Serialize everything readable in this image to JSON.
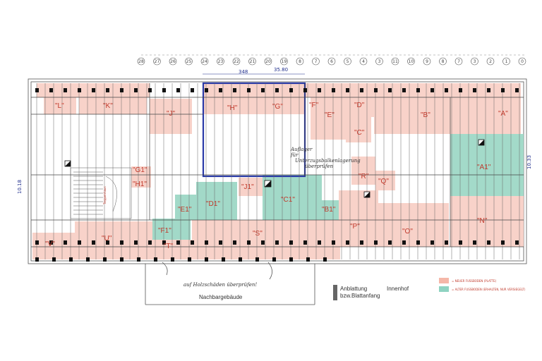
{
  "axis_numbers": [
    "28",
    "27",
    "26",
    "25",
    "24",
    "23",
    "22",
    "21",
    "20",
    "19",
    "8",
    "7",
    "6",
    "5",
    "4",
    "3",
    "11",
    "10",
    "9",
    "8",
    "7",
    "3",
    "2",
    "1",
    "0"
  ],
  "dimensions": {
    "top": "35.80",
    "span": "348",
    "right": "10.33",
    "left": "10.18"
  },
  "zones_pink": [
    {
      "id": "L",
      "label": "\"L\""
    },
    {
      "id": "K",
      "label": "\"K\""
    },
    {
      "id": "J",
      "label": "\"J\""
    },
    {
      "id": "H",
      "label": "\"H\""
    },
    {
      "id": "G",
      "label": "\"G\""
    },
    {
      "id": "F",
      "label": "\"F\""
    },
    {
      "id": "E",
      "label": "\"E\""
    },
    {
      "id": "D",
      "label": "\"D\""
    },
    {
      "id": "C",
      "label": "\"C\""
    },
    {
      "id": "B",
      "label": "\"B\""
    },
    {
      "id": "A",
      "label": "\"A\""
    },
    {
      "id": "R",
      "label": "\"R\""
    },
    {
      "id": "Q",
      "label": "\"Q\""
    },
    {
      "id": "P",
      "label": "\"P\""
    },
    {
      "id": "O",
      "label": "\"O\""
    },
    {
      "id": "N",
      "label": "\"N\""
    },
    {
      "id": "S",
      "label": "\"S\""
    },
    {
      "id": "T",
      "label": "\"T\""
    },
    {
      "id": "U",
      "label": "\"U\""
    },
    {
      "id": "V",
      "label": "\"V\""
    },
    {
      "id": "G1",
      "label": "\"G1\""
    },
    {
      "id": "H1",
      "label": "\"H1\""
    },
    {
      "id": "J1",
      "label": "\"J1\""
    }
  ],
  "zones_green": [
    {
      "id": "A1",
      "label": "\"A1\""
    },
    {
      "id": "B1",
      "label": "\"B1\""
    },
    {
      "id": "C1",
      "label": "\"C1\""
    },
    {
      "id": "D1",
      "label": "\"D1\""
    },
    {
      "id": "E1",
      "label": "\"E1\""
    },
    {
      "id": "F1",
      "label": "\"F1\""
    }
  ],
  "annotations": {
    "neighbor_building": "Nachbargebäude",
    "courtyard": "Innenhof",
    "cladding_line1": "Anblattung",
    "cladding_line2": "bzw.Blattanfang",
    "handwritten_bottom": "auf Holzschäden überprüfen!",
    "handwritten_mid_1": "Auflager",
    "handwritten_mid_2": "für",
    "handwritten_mid_3": "Unterzugsbalkenlagerung",
    "handwritten_mid_4": "überprüfen",
    "stairs_label": "Treppenhaus"
  },
  "legend": [
    {
      "color": "#f5b7a8",
      "text": "= NEUER FUSSBODEN (PLATTE)"
    },
    {
      "color": "#8fd3c1",
      "text": "= ALTER FUSSBODEN (ERHALTEN, NUR VERSIEGELT)"
    }
  ],
  "colors": {
    "pink": "#f8cfc5",
    "green": "#9ed8c6",
    "blue_outline": "#2a3aa8",
    "beam": "#111111",
    "line": "#555555",
    "red_text": "#c0392b"
  }
}
